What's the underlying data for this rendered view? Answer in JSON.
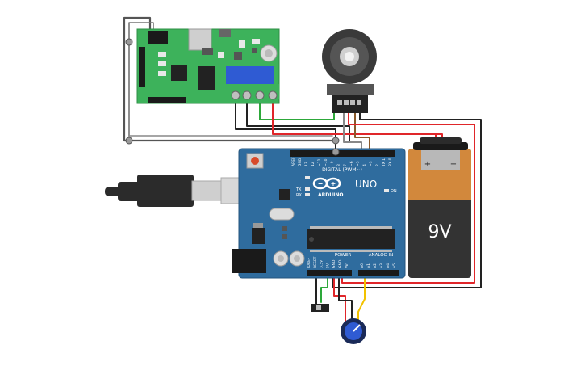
{
  "arduino": {
    "brand": "ARDUINO",
    "model": "UNO",
    "digital_header": "DIGITAL (PWM~)",
    "power_header": "POWER",
    "analog_header": "ANALOG IN",
    "on_label": "ON",
    "tx_label": "TX",
    "rx_label": "RX",
    "l_label": "L",
    "digital_pins": [
      "AREF",
      "GND",
      "13",
      "12",
      "~11",
      "~10",
      "~9",
      "8",
      "7",
      "~6",
      "~5",
      "4",
      "~3",
      "2",
      "TX 1",
      "RX 0"
    ],
    "power_pins": [
      "IOREF",
      "RESET",
      "3.3V",
      "5V",
      "GND",
      "GND",
      "Vin"
    ],
    "analog_pins": [
      "A0",
      "A1",
      "A2",
      "A3",
      "A4",
      "A5"
    ]
  },
  "battery": {
    "voltage_label": "9V",
    "plus_label": "+",
    "minus_label": "−"
  },
  "colors": {
    "arduino_board": "#2f6c9e",
    "driver_board": "#3db25b",
    "battery_orange": "#d2883c",
    "battery_body": "#333333",
    "wire_black": "#222222",
    "wire_red": "#e0262a",
    "wire_green": "#2da83a",
    "wire_gray": "#888888",
    "wire_yellow": "#f2c200",
    "wire_brown": "#8a5a2b"
  }
}
